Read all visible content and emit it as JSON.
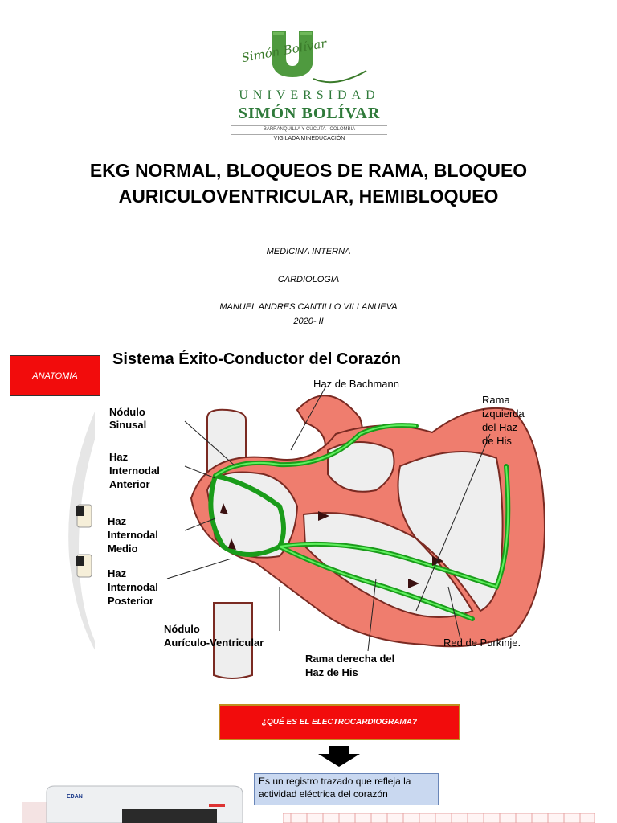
{
  "logo": {
    "script_text": "Simón Bolívar",
    "line1": "UNIVERSIDAD",
    "line2": "SIMÓN BOLÍVAR",
    "line3": "BARRANQUILLA Y CÚCUTA - COLOMBIA",
    "line4": "VIGILADA MINEDUCACIÓN",
    "color": "#3d8a3a"
  },
  "title_line1": "EKG NORMAL, BLOQUEOS DE RAMA, BLOQUEO",
  "title_line2": "AURICULOVENTRICULAR, HEMIBLOQUEO",
  "subject": "MEDICINA INTERNA",
  "specialty": "CARDIOLOGIA",
  "author": "MANUEL ANDRES CANTILLO VILLANUEVA",
  "period": "2020- II",
  "section_badge": "ANATOMIA",
  "diagram": {
    "title": "Sistema Éxito-Conductor del Corazón",
    "labels": {
      "bachmann": "Haz de Bachmann",
      "sinusal_1": "Nódulo",
      "sinusal_2": "Sinusal",
      "anterior_1": "Haz",
      "anterior_2": "Internodal",
      "anterior_3": "Anterior",
      "medio_1": "Haz",
      "medio_2": "Internodal",
      "medio_3": "Medio",
      "posterior_1": "Haz",
      "posterior_2": "Internodal",
      "posterior_3": "Posterior",
      "av_1": "Nódulo",
      "av_2": "Aurículo-Ventricular",
      "izq_1": "Rama",
      "izq_2": "izquierda",
      "izq_3": "del Haz",
      "izq_4": "de His",
      "der_1": "Rama derecha del",
      "der_2": "Haz de His",
      "purkinje": "Red de Purkinje."
    },
    "colors": {
      "tissue": "#ef7d6e",
      "conduction": "#1fb81f",
      "outline": "#7a2a22"
    }
  },
  "question": "¿QUÉ ES EL ELECTROCARDIOGRAMA?",
  "answer": "Es un registro trazado que refleja la actividad eléctrica del corazón",
  "device_brand": "EDAN"
}
